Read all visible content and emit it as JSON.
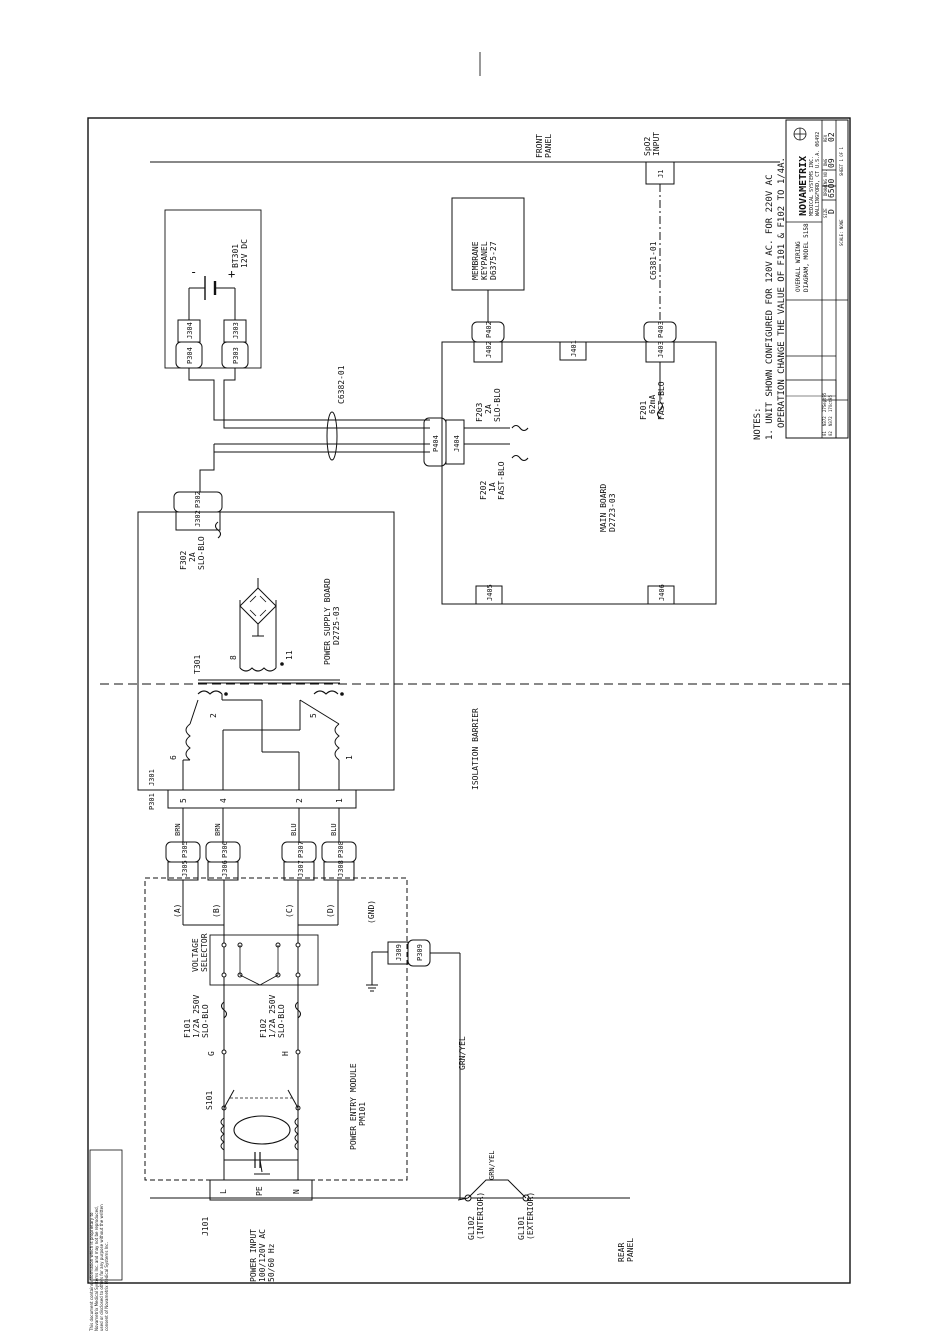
{
  "notes": {
    "title": "NOTES:",
    "line1": "1. UNIT SHOWN CONFIGURED FOR 120V AC.  FOR 220V AC",
    "line2": "OPERATION CHANGE THE VALUE OF F101 & F102 TO 1/4A."
  },
  "panels": {
    "front": [
      "FRONT",
      "PANEL"
    ],
    "rear": [
      "REAR",
      "PANEL"
    ]
  },
  "power_input": {
    "connector": "J101",
    "label": [
      "POWER INPUT",
      "100/120V AC",
      "50/60 Hz"
    ],
    "pins": [
      "L",
      "PE",
      "N"
    ]
  },
  "pem": {
    "label": [
      "POWER ENTRY MODULE",
      "PM101"
    ],
    "switch": "S101",
    "nodes": [
      "G",
      "H"
    ],
    "f101": [
      "F101",
      "1/2A 250V",
      "SLO-BLO"
    ],
    "f102": [
      "F102",
      "1/2A 250V",
      "SLO-BLO"
    ],
    "selector": [
      "VOLTAGE",
      "SELECTOR"
    ],
    "letters": [
      "(A)",
      "(B)",
      "(C)",
      "(D)"
    ],
    "gnd": "(GND)",
    "j309": "J309",
    "p309": "P309",
    "jacks": [
      "J305",
      "J306",
      "J307",
      "J308"
    ],
    "plugs": [
      "P305",
      "P306",
      "P307",
      "P308"
    ]
  },
  "wires": {
    "colors": [
      "BRN",
      "BRN",
      "BLU",
      "BLU"
    ],
    "grn_yel": "GRN/YEL"
  },
  "grounds": {
    "gl102": [
      "GL102",
      "(INTERIOR)"
    ],
    "gl101": [
      "GL101",
      "(EXTERIOR)"
    ]
  },
  "psb": {
    "p301": "P301",
    "j301": "J301",
    "pins": [
      "5",
      "4",
      "2",
      "1"
    ],
    "tnums": [
      "6",
      "2",
      "5",
      "1",
      "8",
      "11"
    ],
    "t301": "T301",
    "f302": [
      "F302",
      "2A",
      "SLO-BLO"
    ],
    "label": [
      "POWER SUPPLY BOARD",
      "D2725-03"
    ],
    "j302": "J302",
    "p302": "P302"
  },
  "isolation": "ISOLATION BARRIER",
  "battery": {
    "label": [
      "BT301",
      "12V DC"
    ],
    "minus": "-",
    "plus": "+",
    "plugs": [
      "P304",
      "P303"
    ],
    "jacks": [
      "J304",
      "J303"
    ]
  },
  "cables": {
    "c6382": "C6382-01",
    "c6381": "C6381-01"
  },
  "main_board": {
    "p404": "P404",
    "j404": "J404",
    "f202": [
      "F202",
      "1A",
      "FAST-BLO"
    ],
    "f203": [
      "F203",
      "2A",
      "SLO-BLO"
    ],
    "f201": [
      "F201",
      "62mA",
      "FAST-BLO"
    ],
    "label": [
      "MAIN BOARD",
      "D2723-03"
    ],
    "j405": "J405",
    "j406": "J406",
    "j401": "J401",
    "j402": "J402",
    "p402": "P402",
    "j403": "J403",
    "p403": "P403"
  },
  "membrane": [
    "MEMBRANE",
    "KEYPANEL",
    "D6375-27"
  ],
  "spo2": {
    "label": [
      "SpO2",
      "INPUT"
    ],
    "j1": "J1"
  },
  "title_block": {
    "company": "NOVAMETRIX",
    "company_sub": [
      "MEDICAL SYSTEMS INC.",
      "WALLINGFORD, CT U.S.A. 06492"
    ],
    "title": [
      "OVERALL WIRING",
      "DIAGRAM, MODEL 5158"
    ],
    "size_label": "SIZE",
    "size": "D",
    "drawing_label": "DRAWING NO.",
    "drawing_no": "6500",
    "sheet_label": "DWG",
    "sheet_no": "09",
    "rev_label": "REV",
    "rev": "02",
    "scale": "SCALE: NONE",
    "sheet": "SHEET 1 OF 1",
    "revisions": [
      [
        "02",
        "N372",
        "17Oct95"
      ],
      [
        "01",
        "N372",
        "27Sept95"
      ]
    ]
  },
  "disclaimer": "This document contains information which is proprietary to Novametrix Medical Systems Inc. and may not be reproduced, used or disclosed to others for any purpose without the written consent of Novametrix Medical Systems Inc."
}
